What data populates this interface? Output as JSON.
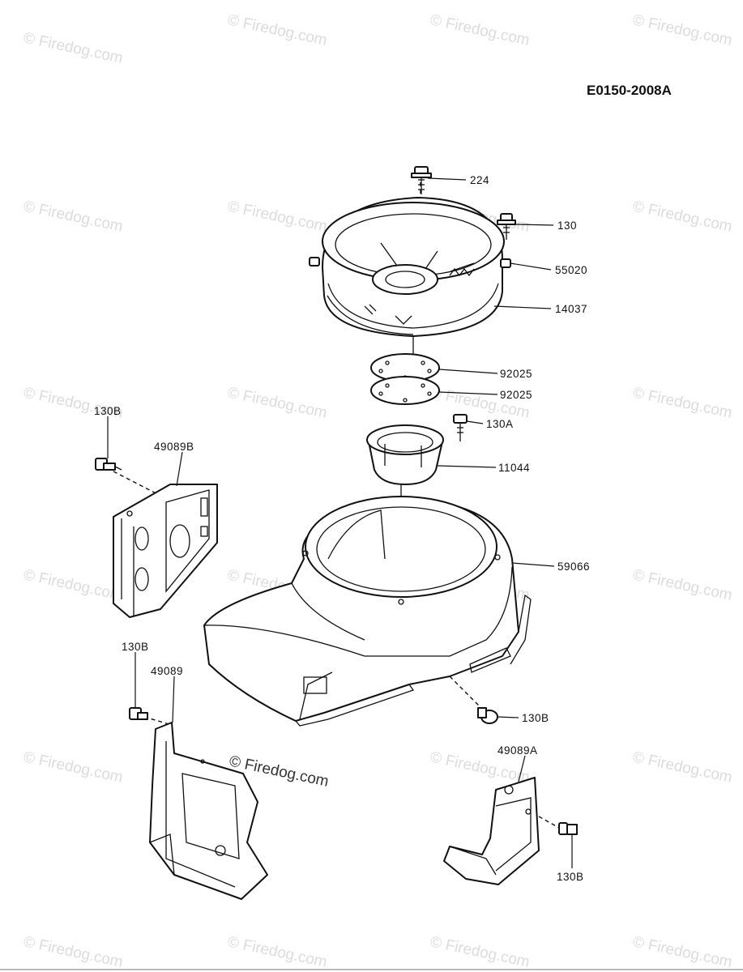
{
  "diagram_code": "E0150-2008A",
  "watermark_center": "© Firedog.com",
  "watermark_tile": "© Firedog.com",
  "parts": [
    {
      "label": "224"
    },
    {
      "label": "130"
    },
    {
      "label": "55020"
    },
    {
      "label": "14037"
    },
    {
      "label": "92025"
    },
    {
      "label": "92025"
    },
    {
      "label": "130A"
    },
    {
      "label": "11044"
    },
    {
      "label": "59066"
    },
    {
      "label": "130B"
    },
    {
      "label": "49089B"
    },
    {
      "label": "130B"
    },
    {
      "label": "49089"
    },
    {
      "label": "130B"
    },
    {
      "label": "49089A"
    },
    {
      "label": "130B"
    }
  ]
}
